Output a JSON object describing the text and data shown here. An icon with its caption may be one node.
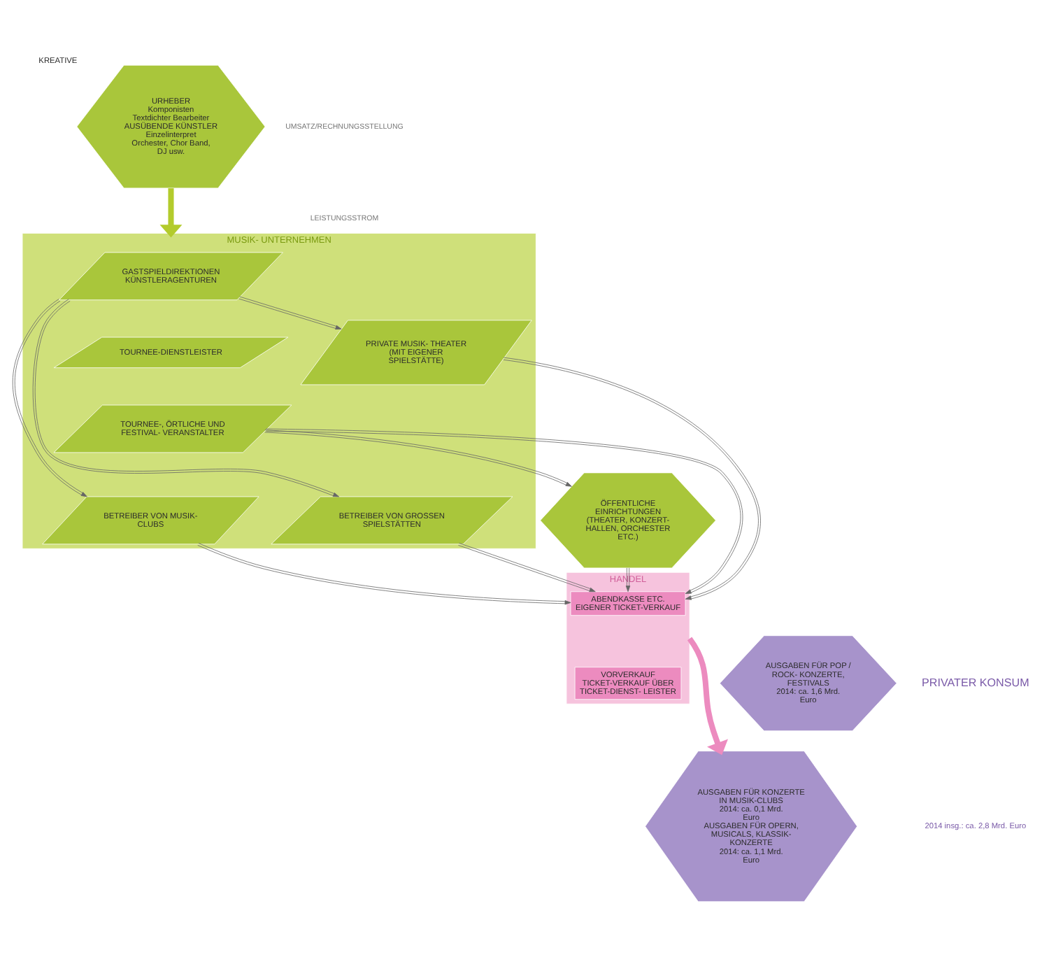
{
  "diagram": {
    "nodes": [
      {
        "text": [
          "URHEBER",
          "Komponisten Textdichter Bearbeiter",
          "AUSÜBENDE KÜNSTLER",
          "Einzelinterpret Orchester, Chor Band, DJ usw."
        ],
        "beside": [
          "KREATIVE"
        ]
      },
      {
        "text": [
          "MUSIK- UNTERNEHMEN"
        ]
      },
      {
        "text": [
          "GASTSPIELDIREKTIONEN KÜNSTLERAGENTUREN"
        ],
        "in": 1
      },
      {
        "text": [
          "TOURNEE-DIENSTLEISTER"
        ],
        "in": 1
      },
      {
        "text": [
          "TOURNEE-, ÖRTLICHE UND FESTIVAL- VERANSTALTER"
        ],
        "in": 1
      },
      {
        "text": [
          "PRIVATE MUSIK- THEATER (MIT EIGENER SPIELSTÄTTE)"
        ],
        "in": 1
      },
      {
        "text": [
          "BETREIBER VON MUSIK- CLUBS"
        ],
        "in": 1
      },
      {
        "text": [
          "BETREIBER VON GROSSEN SPIELSTÄTTEN"
        ],
        "in": 1
      },
      {
        "text": [
          "ÖFFENTLICHE EINRICHTUNGEN",
          "(THEATER, KONZERT- HALLEN, ORCHESTER ETC.)"
        ]
      },
      {
        "text": [
          "HANDEL"
        ]
      },
      {
        "text": [
          "ABENDKASSE ETC.",
          "EIGENER TICKET-VERKAUF"
        ],
        "in": 9
      },
      {
        "text": [
          "VORVERKAUF",
          "TICKET-VERKAUF ÜBER TICKET-DIENST- LEISTER"
        ],
        "in": 9
      },
      {
        "text": [
          "AUSGABEN FÜR POP / ROCK- KONZERTE, FESTIVALS",
          "2014: ca. 1,6 Mrd. Euro"
        ]
      },
      {
        "text": [
          "AUSGABEN FÜR KONZERTE IN MUSIK-CLUBS",
          "2014: ca. 0,1 Mrd. Euro",
          "AUSGABEN FÜR OPERN, MUSICALS, KLASSIK- KONZERTE",
          "2014: ca. 1,1 Mrd. Euro"
        ]
      }
    ],
    "edges": [
      {
        "from": 0,
        "to": 1,
        "arrow": "to",
        "style": "thick",
        "color": "#b3cb2c"
      },
      {
        "from": 2,
        "to": 5,
        "arrow": "to"
      },
      {
        "from": 2,
        "to": 6,
        "arrow": "to"
      },
      {
        "from": 2,
        "to": 7,
        "arrow": "to"
      },
      {
        "from": 4,
        "to": 8,
        "arrow": "to"
      },
      {
        "from": 4,
        "to": 10,
        "arrow": "to"
      },
      {
        "from": 6,
        "to": 10,
        "arrow": "to"
      },
      {
        "from": 7,
        "to": 10,
        "arrow": "to"
      },
      {
        "from": 5,
        "to": 10,
        "arrow": "to"
      },
      {
        "from": 8,
        "to": 10,
        "arrow": "to"
      },
      {
        "from": 9,
        "to": 13,
        "arrow": "to",
        "style": "thick",
        "color": "#ec8bbf"
      }
    ],
    "labels": [
      "PRIVATER KONSUM",
      "2014 insg.: ca. 2,8 Mrd. Euro"
    ],
    "legend": [
      {
        "text": "UMSATZ/RECHNUNGSSTELLUNG"
      },
      {
        "text": "LEISTUNGSSTROM"
      }
    ]
  }
}
